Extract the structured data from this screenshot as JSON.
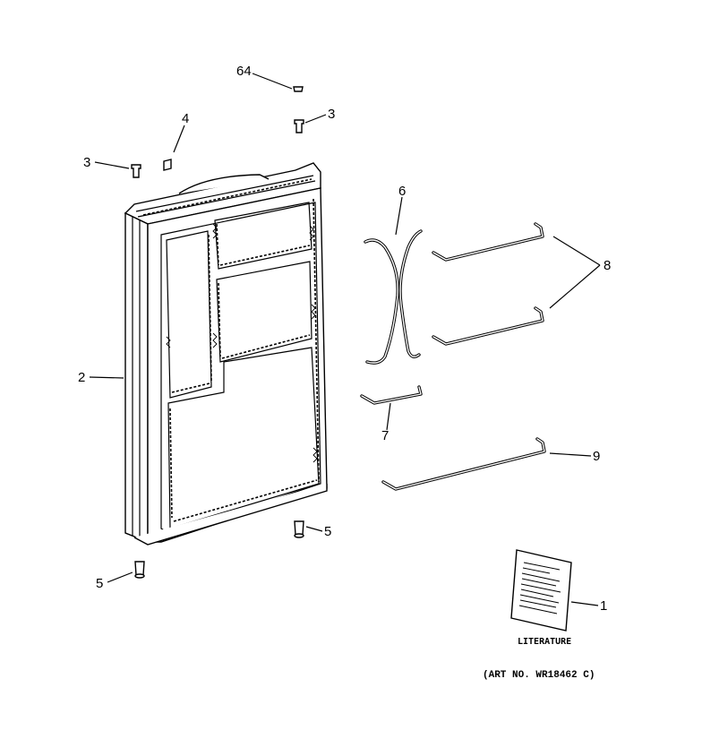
{
  "callouts": {
    "c64": "64",
    "c4": "4",
    "c3a": "3",
    "c3b": "3",
    "c6": "6",
    "c8": "8",
    "c2": "2",
    "c7": "7",
    "c9": "9",
    "c5a": "5",
    "c5b": "5",
    "c1": "1"
  },
  "literature_caption": "LITERATURE",
  "art_number": "(ART NO. WR18462 C)"
}
